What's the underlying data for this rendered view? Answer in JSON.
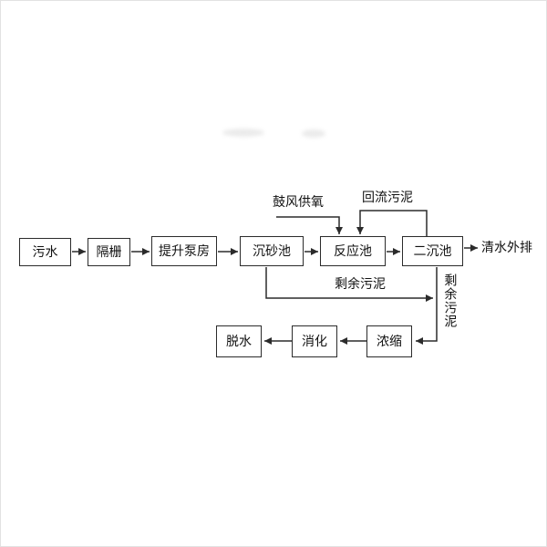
{
  "page": {
    "background": "#ffffff",
    "frame_border": "#e2e2e2"
  },
  "diagram": {
    "type": "flowchart",
    "subject": "wastewater-treatment-process-flow",
    "colors": {
      "line": "#2b2b2b",
      "box_border": "#2b2b2b",
      "box_fill": "#ffffff",
      "text": "#111111"
    },
    "nodes": [
      {
        "id": "sewage",
        "label": "污水"
      },
      {
        "id": "bar-screen",
        "label": "隔栅"
      },
      {
        "id": "lift-pump-station",
        "label": "提升泵房"
      },
      {
        "id": "grit-chamber",
        "label": "沉砂池"
      },
      {
        "id": "reaction-tank",
        "label": "反应池"
      },
      {
        "id": "secondary-clarifier",
        "label": "二沉池"
      },
      {
        "id": "thickener",
        "label": "浓缩"
      },
      {
        "id": "digester",
        "label": "消化"
      },
      {
        "id": "dewatering",
        "label": "脱水"
      }
    ],
    "labels": {
      "effluent": "清水外排",
      "air_supply": "鼓风供氧",
      "return_sludge": "回流污泥",
      "excess_sludge_horizontal": "剩余污泥",
      "excess_sludge_vertical": "剩余污泥"
    },
    "edges": [
      {
        "from": "污水",
        "to": "隔栅"
      },
      {
        "from": "隔栅",
        "to": "提升泵房"
      },
      {
        "from": "提升泵房",
        "to": "沉砂池"
      },
      {
        "from": "沉砂池",
        "to": "反应池"
      },
      {
        "from": "反应池",
        "to": "二沉池"
      },
      {
        "from": "二沉池",
        "to": "清水外排"
      },
      {
        "from": "鼓风供氧",
        "to": "反应池"
      },
      {
        "from": "二沉池",
        "to": "反应池",
        "label": "回流污泥"
      },
      {
        "from": "沉砂池",
        "to": "浓缩",
        "label": "剩余污泥"
      },
      {
        "from": "二沉池",
        "to": "浓缩",
        "label": "剩余污泥"
      },
      {
        "from": "浓缩",
        "to": "消化"
      },
      {
        "from": "消化",
        "to": "脱水"
      }
    ]
  }
}
